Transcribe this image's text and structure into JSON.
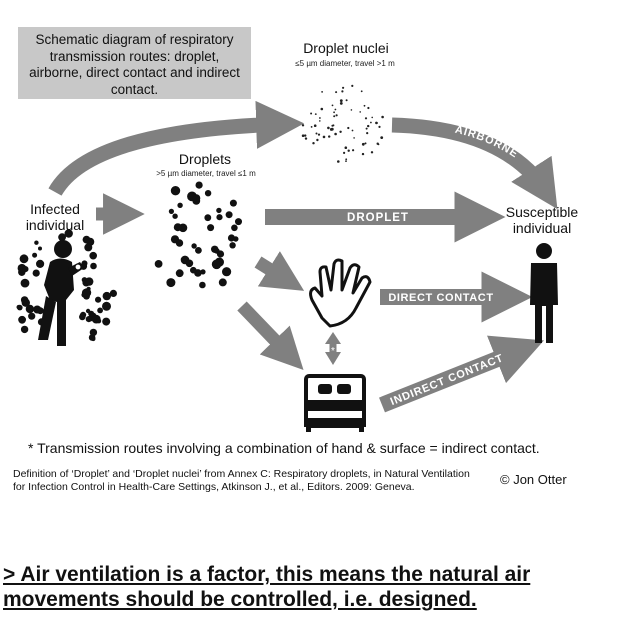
{
  "title": "Schematic diagram of respiratory transmission routes: droplet, airborne, direct contact and indirect contact.",
  "labels": {
    "droplet_nuclei": "Droplet nuclei",
    "droplet_nuclei_sub": "≤5 µm diameter, travel >1 m",
    "droplets": "Droplets",
    "droplets_sub": ">5 µm diameter, travel ≤1 m",
    "infected_line1": "Infected",
    "infected_line2": "individual",
    "susceptible_line1": "Susceptible",
    "susceptible_line2": "individual",
    "asterisk": "*"
  },
  "routes": {
    "airborne": "AIRBORNE",
    "droplet": "DROPLET",
    "direct_contact": "DIRECT CONTACT",
    "indirect_contact": "INDIRECT CONTACT"
  },
  "footnote": "* Transmission routes involving a combination of hand & surface = indirect contact.",
  "citation_line1": "Definition of ‘Droplet’ and ‘Droplet nuclei’ from Annex C: Respiratory droplets, in Natural Ventilation",
  "citation_line2": "for Infection Control in Health-Care Settings, Atkinson J., et al., Editors. 2009: Geneva.",
  "credit": "© Jon Otter",
  "bottom_note_line1": "> Air ventilation is a factor, this means the natural air",
  "bottom_note_line2": "movements should be controlled, i.e. designed.",
  "colors": {
    "arrow": "#808080",
    "title_bg": "#c8c8c8",
    "ink": "#111111"
  }
}
